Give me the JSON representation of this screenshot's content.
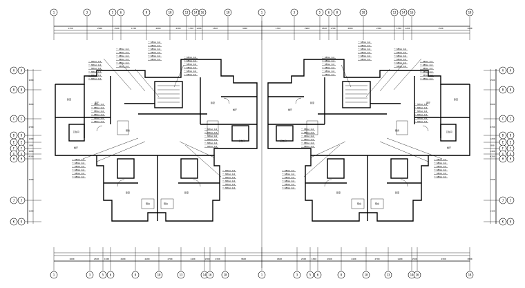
{
  "top_axes": [
    "1",
    "3",
    "5",
    "6",
    "8",
    "10",
    "13",
    "14",
    "16",
    "18",
    "1",
    "3",
    "5",
    "6",
    "8",
    "10",
    "13",
    "14",
    "16",
    "18"
  ],
  "bottom_axes": [
    "1",
    "3",
    "5",
    "6",
    "8",
    "10",
    "13",
    "14",
    "16",
    "18",
    "1",
    "3",
    "5",
    "6",
    "8",
    "10",
    "13",
    "14",
    "16",
    "18"
  ],
  "left_axes": [
    "A",
    "B",
    "C",
    "D",
    "E",
    "F",
    "G",
    "H",
    "J",
    "K"
  ],
  "right_axes": [
    "A",
    "B",
    "C",
    "D",
    "E",
    "F",
    "G",
    "H",
    "J",
    "K"
  ],
  "top_dims": [
    "1700",
    "2900",
    "1500",
    "1700",
    "2000",
    "2300",
    "1700",
    "1200",
    "1500",
    "3600",
    "1700",
    "2900",
    "1500",
    "1700",
    "2000",
    "2300",
    "1700",
    "1200",
    "1500",
    "3600"
  ],
  "bottom_dims": [
    "1800",
    "2300",
    "1500",
    "2900",
    "2400",
    "2700",
    "1400",
    "1500",
    "2300",
    "3800",
    "1800",
    "2300",
    "1500",
    "2900",
    "2400",
    "2700",
    "1400",
    "1500",
    "2300",
    "3800"
  ],
  "side_dims": [
    "1500",
    "3600",
    "2700",
    "1200",
    "800",
    "1400",
    "4200",
    "1500",
    "1100"
  ],
  "notes": [
    "一 NEKLA 2x4",
    "一 NEKLA 2x4",
    "一 NEKLA 2x4",
    "一 NEKLA 2x4",
    "一 NEKLA 2x4",
    "一 NEKLA 2x4"
  ],
  "rooms": [
    "卧室",
    "客厅",
    "厨房",
    "卫生间",
    "餐厅",
    "阳台"
  ]
}
